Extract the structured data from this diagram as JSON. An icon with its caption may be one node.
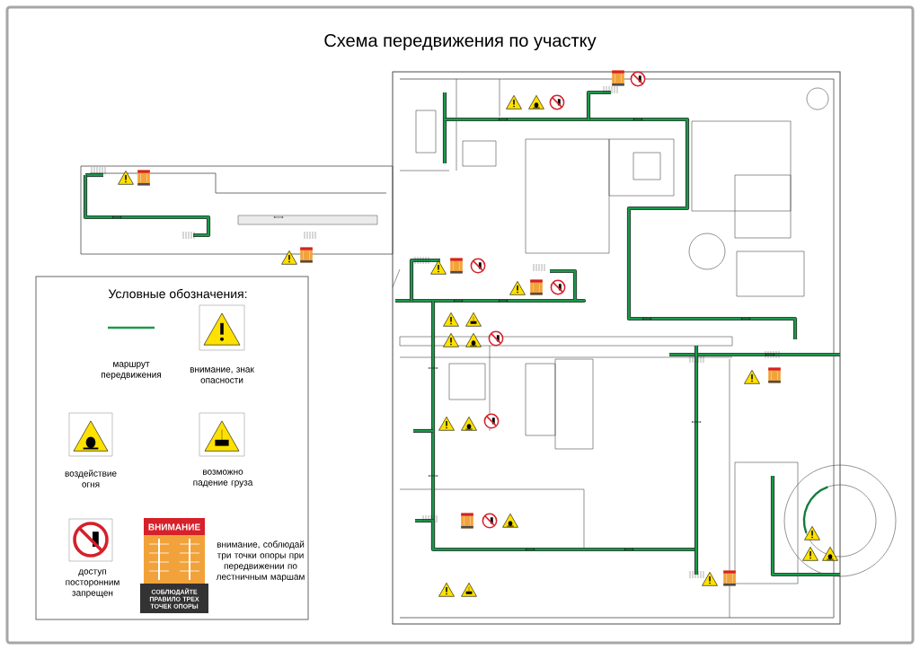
{
  "diagram": {
    "title": "Схема передвижения по участку",
    "labels": [
      "Условные обозначения:",
      "ВНИМАНИЕ",
      "СОБЛЮДАЙТЕ ПРАВИЛО ТРЕХ ТОЧЕК ОПОРЫ"
    ],
    "legend": [
      {
        "text": "маршрут передвижения"
      },
      {
        "text": "внимание, знак опасности"
      },
      {
        "text": "воздействие огня"
      },
      {
        "text": "возможно падение груза"
      },
      {
        "text": "доступ посторонним запрещен"
      },
      {
        "text": "внимание, соблюдай три точки опоры при передвижении по лестничным маршам"
      }
    ]
  }
}
